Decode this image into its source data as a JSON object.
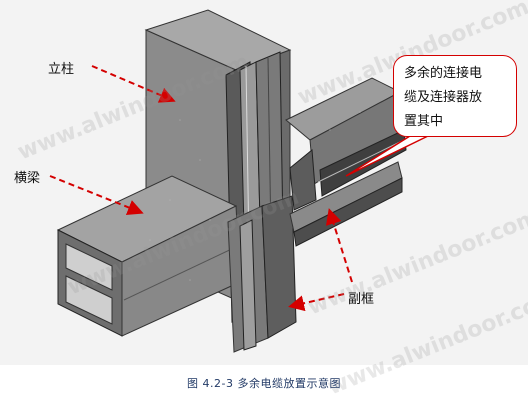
{
  "labels": {
    "column": "立柱",
    "transom": "横梁",
    "subframe": "副框",
    "callout": [
      "多余的连接电",
      "缆及连接器放",
      "置其中"
    ]
  },
  "caption": "图 4.2-3   多余电缆放置示意图",
  "watermark": "www.alwindoor.com",
  "colors": {
    "annotation_red": "#d40000",
    "metal_light": "#9a9a9a",
    "metal_mid": "#7d7d7d",
    "metal_dark": "#4a4a4a",
    "caption_text": "#223a66"
  }
}
